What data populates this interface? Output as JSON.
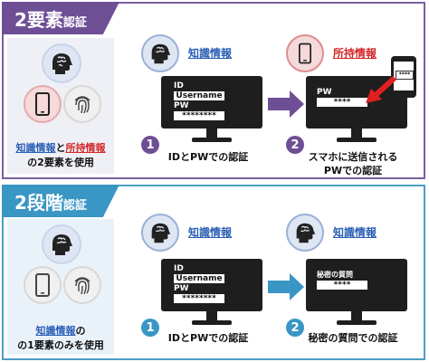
{
  "section_2fa": {
    "title_number": "2",
    "title_main": "要素",
    "title_suffix": "認証",
    "left_caption": {
      "part_knowledge": "知識情報",
      "connector": "と",
      "part_possession": "所持情報",
      "line2": "の2要素を使用"
    },
    "step1": {
      "number": "1",
      "badge_label": "知識情報",
      "id_label": "ID",
      "username": "Username",
      "pw_label": "PW",
      "password_mask": "********",
      "caption": "IDとPWでの認証"
    },
    "step2": {
      "number": "2",
      "badge_label": "所持情報",
      "pw_label": "PW",
      "code_mask": "****",
      "caption_line1": "スマホに送信される",
      "caption_line2": "PWでの認証"
    }
  },
  "section_2step": {
    "title_number": "2",
    "title_main": "段階",
    "title_suffix": "認証",
    "left_caption": {
      "part_knowledge": "知識情報",
      "connector": "の",
      "line2": "の1要素のみを使用"
    },
    "step1": {
      "number": "1",
      "badge_label": "知識情報",
      "id_label": "ID",
      "username": "Username",
      "pw_label": "PW",
      "password_mask": "********",
      "caption": "IDとPWでの認証"
    },
    "step2": {
      "number": "2",
      "badge_label": "知識情報",
      "question_label": "秘密の質問",
      "answer_mask": "****",
      "caption": "秘密の質問での認証"
    }
  },
  "colors": {
    "purple": "#6e4f96",
    "teal": "#3a96c4",
    "knowledge_blue": "#2a5fb5",
    "possession_red": "#d22a2a"
  },
  "icons": [
    "brain-icon",
    "smartphone-icon",
    "fingerprint-icon",
    "monitor-icon",
    "arrow-right-icon"
  ]
}
